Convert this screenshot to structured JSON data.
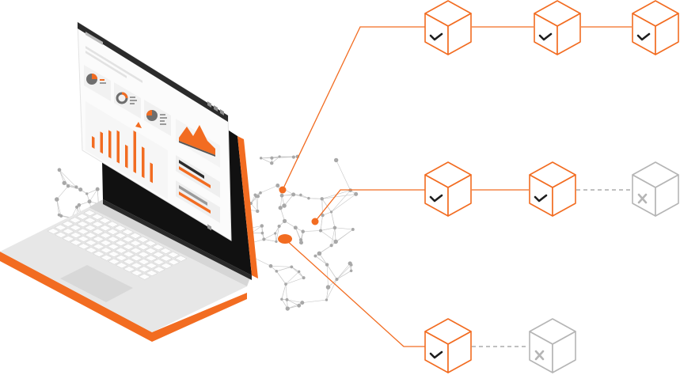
{
  "colors": {
    "accent": "#f26c21",
    "accent_dark": "#d9581a",
    "screen_black": "#111111",
    "laptop_body": "#e4e4e4",
    "laptop_edge": "#f26c21",
    "network_gray": "#c8c8c8",
    "failed_gray": "#b5b5b5",
    "check_dark": "#1e1e1e"
  },
  "icons": {
    "success_block": "check-icon",
    "failed_block": "cross-icon"
  },
  "chains": [
    {
      "name": "chain-top",
      "blocks": [
        "success",
        "success",
        "success"
      ]
    },
    {
      "name": "chain-middle",
      "blocks": [
        "success",
        "success",
        "failed"
      ]
    },
    {
      "name": "chain-bottom",
      "blocks": [
        "success",
        "failed"
      ]
    }
  ]
}
